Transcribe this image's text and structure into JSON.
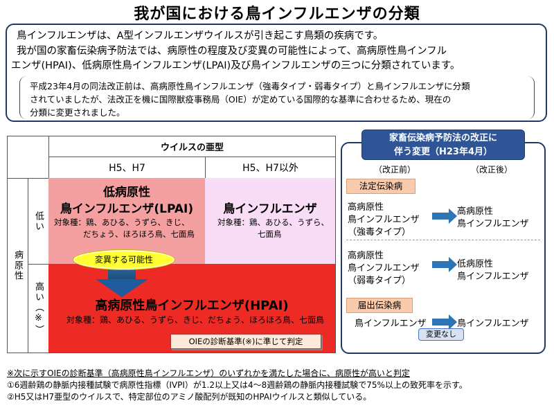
{
  "title": "我が国における鳥インフルエンザの分類",
  "intro": {
    "line1": "鳥インフルエンザは、A型インフルエンザウイルスが引き起こす鳥類の疾病です。",
    "line2": "我が国の家畜伝染病予防法では、病原性の程度及び変異の可能性によって、高病原性鳥インフル",
    "line3": "エンザ(HPAI)、低病原性鳥インフルエンザ(LPAI)及び鳥インフルエンザの三つに分類されています。",
    "note1": "平成23年4月の同法改正前は、高病原性鳥インフルエンザ（強毒タイプ・弱毒タイプ）と鳥インフルエンザに分類",
    "note2": "されていましたが、法改正を機に国際獣疫事務局（OIE）が定めている国際的な基準に合わせるため、現在の",
    "note3": "分類に変更されました。"
  },
  "table": {
    "virus_subtype": "ウイルスの亜型",
    "col1": "H5、H7",
    "col2": "H5、H7以外",
    "pathogenicity": "病原性",
    "low": "低い",
    "high": "高い（※）",
    "lpai_title1": "低病原性",
    "lpai_title2": "鳥インフルエンザ(LPAI)",
    "lpai_spec1": "対象種：鶏、あひる、うずら、きじ、",
    "lpai_spec2": "だちょう、ほろほろ鳥、七面鳥",
    "ai_title": "鳥インフルエンザ",
    "ai_spec1": "対象種：鶏、あひる、うずら、",
    "ai_spec2": "七面鳥",
    "mutation": "変異する可能性",
    "hpai_title": "高病原性鳥インフルエンザ(HPAI)",
    "hpai_spec": "対象種：鶏、あひる、うずら、きじ、だちょう、ほろほろ鳥、七面鳥",
    "oie_box": "OIEの診断基準(※)に準じて判定"
  },
  "side": {
    "header1": "家畜伝染病予防法の改正に",
    "header2": "伴う変更（H23年4月）",
    "before": "（改正前）",
    "after": "（改正後）",
    "tag1": "法定伝染病",
    "r1_before1": "高病原性",
    "r1_before2": "鳥インフルエンザ",
    "r1_before3": "（強毒タイプ）",
    "r1_after1": "高病原性",
    "r1_after2": "鳥インフルエンザ",
    "r2_before1": "高病原性",
    "r2_before2": "鳥インフルエンザ",
    "r2_before3": "（弱毒タイプ）",
    "r2_after1": "低病原性",
    "r2_after2": "鳥インフルエンザ",
    "tag2": "届出伝染病",
    "r3_before": "鳥インフルエンザ",
    "r3_after": "鳥インフルエンザ",
    "no_change": "変更なし"
  },
  "footnote": {
    "l1": "※次に示すOIEの診断基準（高病原性鳥インフルエンザ）のいずれかを満たした場合に、病原性が高いと判定",
    "l2": "①6週齢鶏の静脈内接種試験で病原性指標（IVPI）が1.2以上又は4〜8週齢鶏の静脈内接種試験で75%以上の致死率を示す。",
    "l3": "②H5又はH7亜型のウイルスで、特定部位のアミノ酸配列が既知のHPAIウイルスと類似している。"
  },
  "colors": {
    "lpai": "#f4a0a0",
    "ai": "#f9dcf5",
    "hpai": "#ee2a24",
    "navy": "#1f3864",
    "arrow": "#2e75b6",
    "cloud": "#ffff33"
  }
}
